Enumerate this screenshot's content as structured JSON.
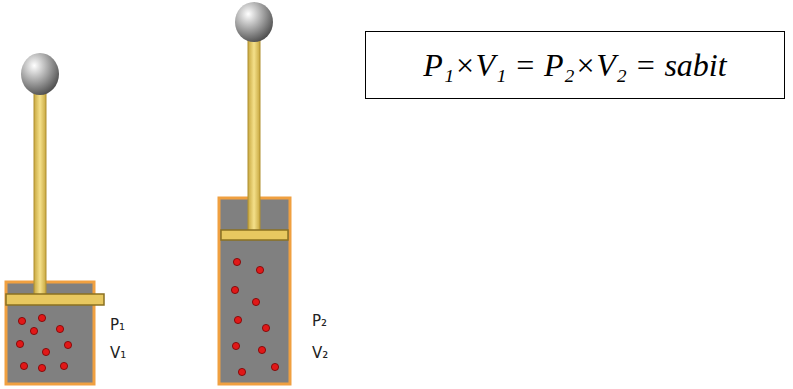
{
  "diagram": {
    "nodes": [
      {
        "text": [
          "P₁×V₁ = P₂×V₂ = sabit"
        ]
      }
    ],
    "labels": [
      "P₁",
      "V₁",
      "P₂",
      "V₂"
    ]
  }
}
